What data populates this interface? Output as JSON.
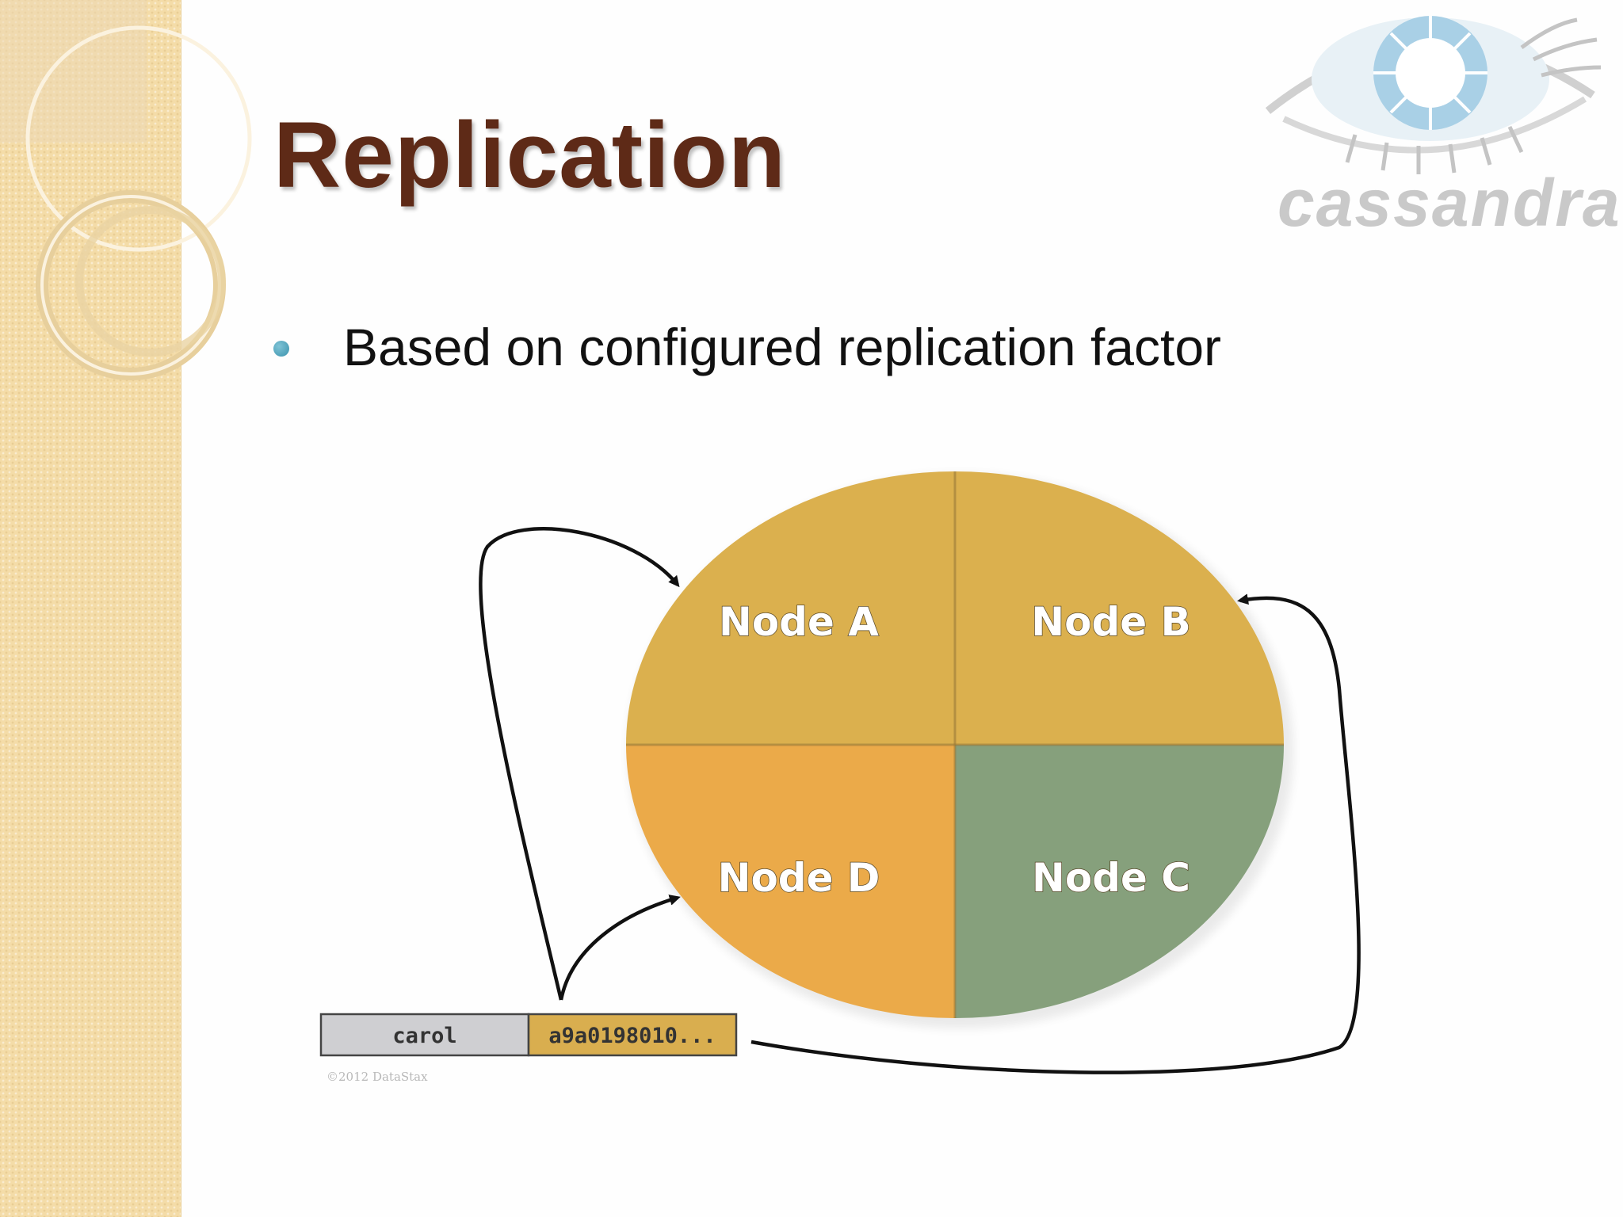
{
  "slide": {
    "title": "Replication",
    "logo_text": "cassandra",
    "bullets": [
      "Based on configured replication factor"
    ]
  },
  "diagram": {
    "nodes": [
      {
        "label": "Node A",
        "color": "#dbb04e"
      },
      {
        "label": "Node B",
        "color": "#dbb04e"
      },
      {
        "label": "Node C",
        "color": "#86a07c"
      },
      {
        "label": "Node D",
        "color": "#ebaa49"
      }
    ],
    "row_key": "carol",
    "row_token": "a9a0198010...",
    "copyright": "©2012 DataStax"
  },
  "colors": {
    "title": "#5e2a17",
    "bullet": "#3b93ad",
    "side_panel": "#f4dca8"
  }
}
